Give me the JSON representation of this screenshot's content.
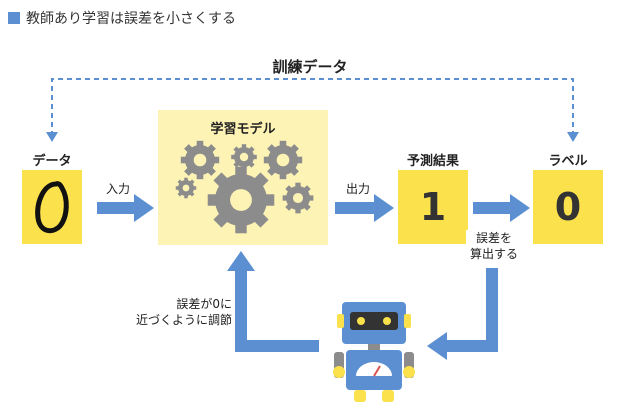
{
  "header": {
    "title": "教師あり学習は誤差を小さくする",
    "marker_color": "#5b8fd1"
  },
  "training_data": {
    "label": "訓練データ"
  },
  "input_block": {
    "label": "データ",
    "sample_digit": "0"
  },
  "model": {
    "label": "学習モデル"
  },
  "arrows": {
    "input_label": "入力",
    "output_label": "出力",
    "error_label_line1": "誤差を",
    "error_label_line2": "算出する",
    "adjust_label_line1": "誤差が0に",
    "adjust_label_line2": "近づくように調節"
  },
  "prediction": {
    "label": "予測結果",
    "value": "1"
  },
  "ground_truth": {
    "label": "ラベル",
    "value": "0"
  },
  "colors": {
    "accent_yellow": "#fbe14b",
    "model_fill": "#fdf3b4",
    "arrow_blue": "#5b8fd1",
    "gear_gray": "#8c8c8c"
  }
}
